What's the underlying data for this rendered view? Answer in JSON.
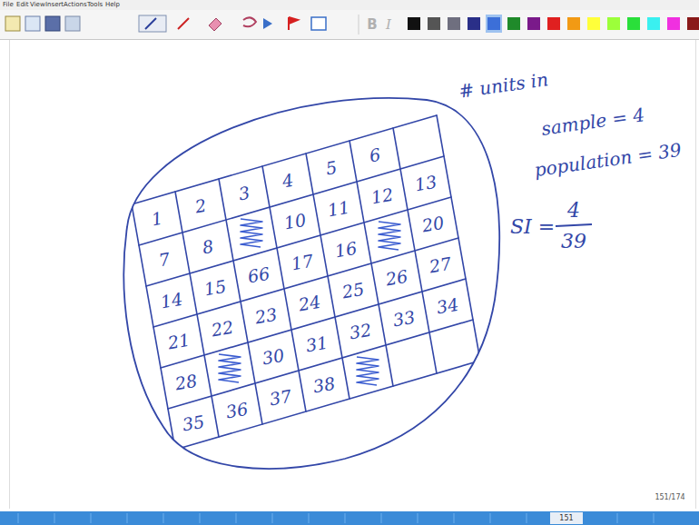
{
  "diagram": {
    "labels": [
      "File",
      "Edit",
      "View",
      "Insert",
      "Actions",
      "Tools",
      "Help",
      "B",
      "I",
      "1",
      "2",
      "3",
      "4",
      "5",
      "6",
      "7",
      "8",
      "10",
      "11",
      "12",
      "13",
      "14",
      "15",
      "66",
      "17",
      "16",
      "20",
      "21",
      "22",
      "23",
      "24",
      "25",
      "26",
      "27",
      "28",
      "30",
      "31",
      "32",
      "33",
      "34",
      "35",
      "36",
      "37",
      "38",
      "# units in",
      "sample = 4",
      "population = 39",
      "SI =",
      "4",
      "39",
      "151/174",
      "151"
    ]
  }
}
